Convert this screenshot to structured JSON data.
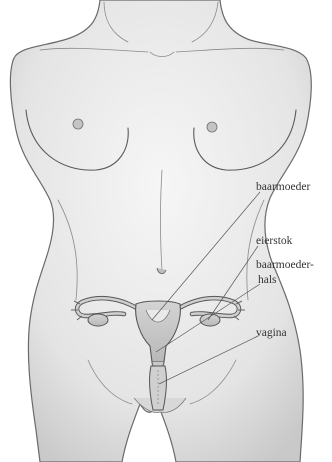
{
  "labels": {
    "uterus": "baarmoeder",
    "ovary": "eierstok",
    "cervix_line1": "baarmoeder-",
    "cervix_line2": "hals",
    "vagina": "vagina"
  }
}
